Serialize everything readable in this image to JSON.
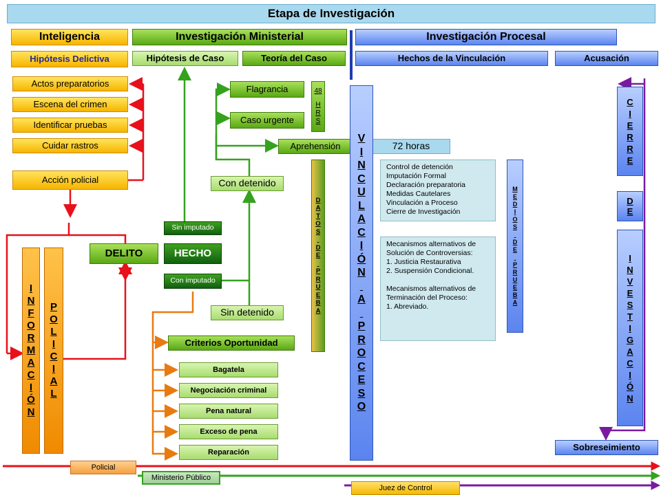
{
  "title": "Etapa de Investigación",
  "headers": {
    "inteligencia": "Inteligencia",
    "inv_ministerial": "Investigación Ministerial",
    "inv_procesal": "Investigación Procesal"
  },
  "subheaders": {
    "hipotesis_delictiva": "Hipótesis Delictiva",
    "hipotesis_caso": "Hipótesis de Caso",
    "teoria_caso": "Teoría del Caso",
    "hechos_vinculacion": "Hechos de la Vinculación",
    "acusacion": "Acusación"
  },
  "left_items": [
    "Actos preparatorios",
    "Escena del crimen",
    "Identificar pruebas",
    "Cuidar rastros"
  ],
  "accion_policial": "Acción policial",
  "informacion_policial": {
    "col1": [
      "I",
      "N",
      "F",
      "O",
      "R",
      "M",
      "A",
      "C",
      "I",
      "Ó",
      "N"
    ],
    "col2": [
      "P",
      "O",
      "L",
      "I",
      "C",
      "I",
      "A",
      "L"
    ]
  },
  "delito": "DELITO",
  "hecho": "HECHO",
  "sin_imputado": "Sin imputado",
  "con_imputado": "Con imputado",
  "flagrancia": "Flagrancia",
  "caso_urgente": "Caso urgente",
  "hrs48": {
    "num": "48",
    "letters": [
      "H",
      "R",
      "S"
    ]
  },
  "aprehension": "Aprehensión",
  "horas72": "72 horas",
  "con_detenido": "Con detenido",
  "sin_detenido": "Sin detenido",
  "datos_prueba": [
    "D",
    "A",
    "T",
    "O",
    "S",
    "",
    "D",
    "E",
    "",
    "P",
    "R",
    "U",
    "E",
    "B",
    "A"
  ],
  "vinculacion": [
    "V",
    "I",
    "N",
    "C",
    "U",
    "L",
    "A",
    "C",
    "I",
    "Ó",
    "N",
    "",
    "A",
    "",
    "P",
    "R",
    "O",
    "C",
    "E",
    "S",
    "O"
  ],
  "control_lines": [
    "Control de detención",
    "Imputación Formal",
    "Declaración preparatoria",
    "Medidas Cautelares",
    "Vinculación a Proceso",
    "Cierre de Investigación"
  ],
  "mecanismos_lines": [
    "Mecanismos alternativos de",
    "Solución de Controversias:",
    "1. Justicia Restaurativa",
    "2. Suspensión Condicional.",
    "",
    "Mecanismos alternativos de",
    "Terminación del Proceso:",
    "1. Abreviado."
  ],
  "medios_prueba": [
    "M",
    "E",
    "D",
    "I",
    "O",
    "S",
    "",
    "D",
    "E",
    "",
    "P",
    "R",
    "U",
    "E",
    "B",
    "A"
  ],
  "cierre": [
    "C",
    "I",
    "E",
    "R",
    "R",
    "E"
  ],
  "de": [
    "D",
    "E"
  ],
  "investigacion": [
    "I",
    "N",
    "V",
    "E",
    "S",
    "T",
    "I",
    "G",
    "A",
    "C",
    "I",
    "Ó",
    "N"
  ],
  "sobreseimiento": "Sobreseimiento",
  "criterios": "Criterios Oportunidad",
  "criterios_items": [
    "Bagatela",
    "Negociación criminal",
    "Pena natural",
    "Exceso de pena",
    "Reparación"
  ],
  "actors": {
    "policial": "Policial",
    "ministerio": "Ministerio Público",
    "juez": "Juez de Control"
  },
  "colors": {
    "red": "#e8101a",
    "green": "#35a21e",
    "orange": "#e87a10",
    "purple": "#7a1aa0",
    "blue": "#1f3cb0"
  }
}
